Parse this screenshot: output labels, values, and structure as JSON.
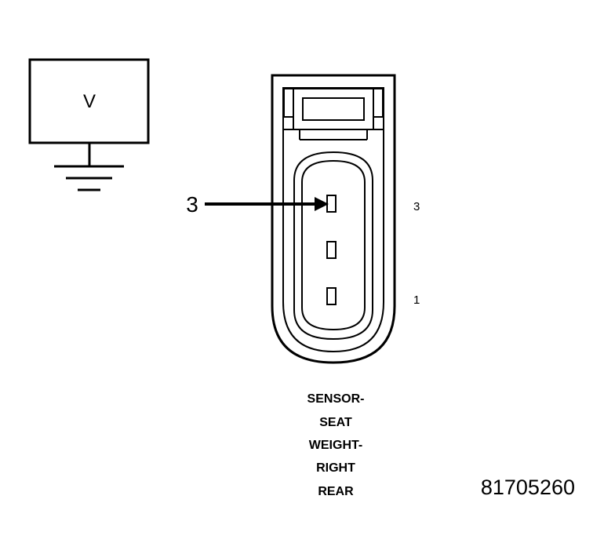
{
  "voltmeter": {
    "label": "V"
  },
  "callout": {
    "label": "3"
  },
  "pin_labels": {
    "top": "3",
    "bottom": "1"
  },
  "sensor_name_lines": [
    "SENSOR-",
    "SEAT",
    "WEIGHT-",
    "RIGHT",
    "REAR"
  ],
  "figure_id": "81705260"
}
